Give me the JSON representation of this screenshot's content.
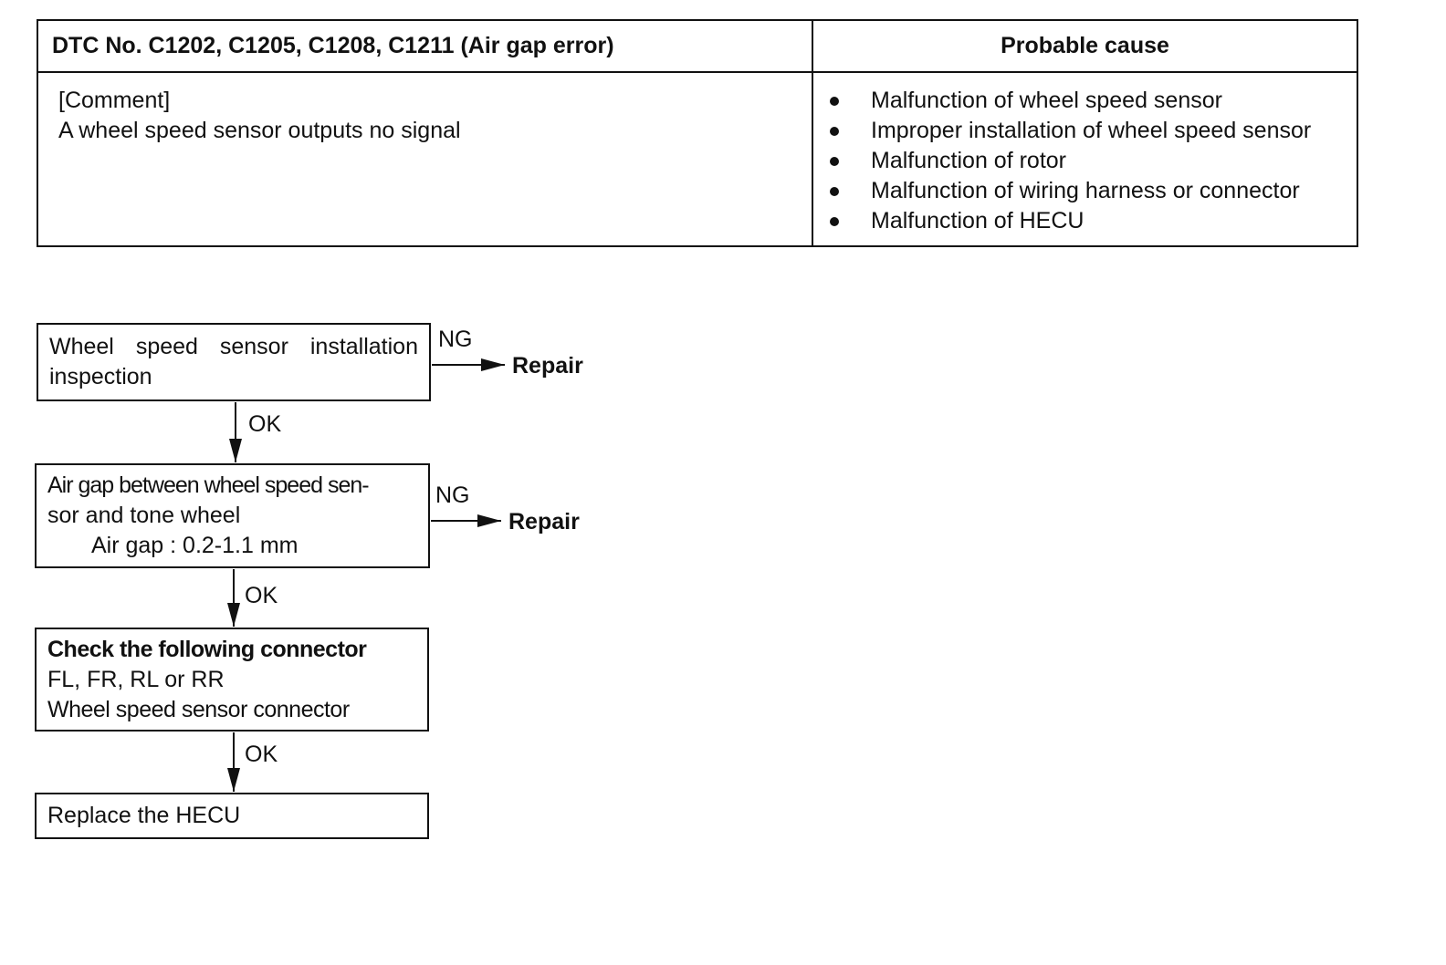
{
  "table": {
    "header_dtc": "DTC No. C1202, C1205, C1208, C1211 (Air gap error)",
    "header_cause": "Probable cause",
    "comment_label": "[Comment]",
    "comment_text": "A wheel speed sensor outputs no signal",
    "causes": [
      "Malfunction of wheel speed sensor",
      "Improper installation of wheel speed sensor",
      "Malfunction of rotor",
      "Malfunction of wiring harness or connector",
      "Malfunction of HECU"
    ]
  },
  "flow": {
    "step1": {
      "text": "Wheel speed sensor installation inspection",
      "ng_label": "NG",
      "ng_action": "Repair",
      "ok_label": "OK"
    },
    "step2": {
      "line1": "Air gap between wheel speed sen-",
      "line2": "sor and tone wheel",
      "line3": "Air gap : 0.2-1.1 mm",
      "ng_label": "NG",
      "ng_action": "Repair",
      "ok_label": "OK"
    },
    "step3": {
      "line1": "Check the following connector",
      "line2": "FL, FR, RL or RR",
      "line3": "Wheel speed sensor connector",
      "ok_label": "OK"
    },
    "step4": {
      "text": "Replace the HECU"
    }
  }
}
